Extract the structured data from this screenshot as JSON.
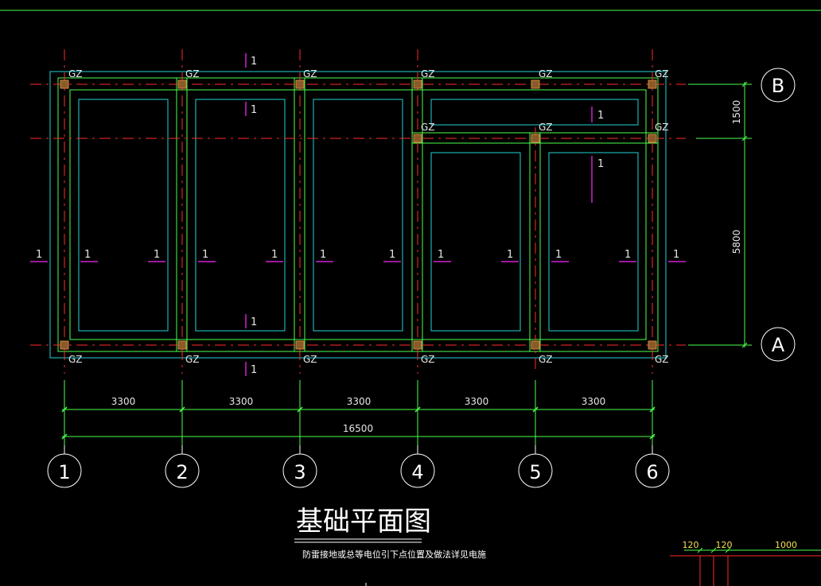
{
  "colors": {
    "background": "#000000",
    "wall": "#4cff4c",
    "axis": "#ff2a2a",
    "inner": "#22d3d3",
    "section": "#d21fd2",
    "dim": "#4cff4c",
    "text": "#e6e6e6",
    "column": "#8a5a2a",
    "bubble": "#ffffff",
    "title": "#ffffff"
  },
  "drawing": {
    "column_label": "GZ",
    "section_mark": "1",
    "axes_vertical": [
      "1",
      "2",
      "3",
      "4",
      "5",
      "6"
    ],
    "axes_horizontal": [
      "A",
      "B"
    ],
    "bay_dimensions": [
      "3300",
      "3300",
      "3300",
      "3300",
      "3300"
    ],
    "total_dimension": "16500",
    "vertical_dimensions": [
      "1500",
      "5800"
    ],
    "title": "基础平面图",
    "note": "防雷接地或总等电位引下点位置及做法详见电施",
    "corner_dimensions": [
      "120",
      "120",
      "1000"
    ]
  }
}
